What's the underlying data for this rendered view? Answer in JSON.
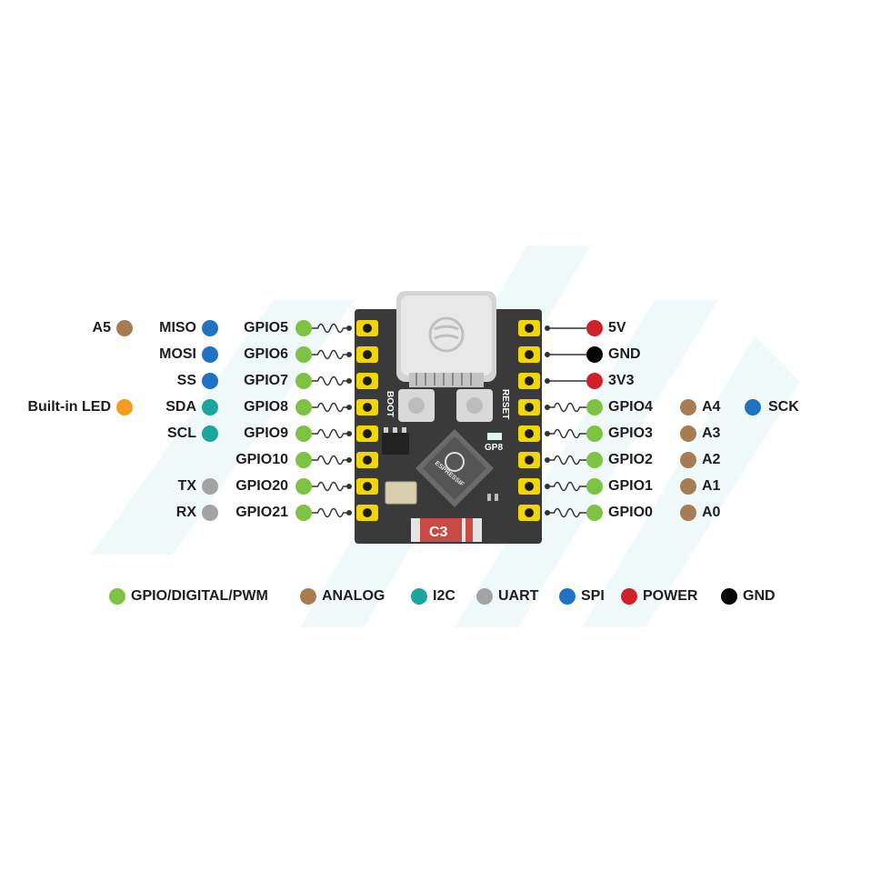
{
  "colors": {
    "gpio": "#7dc242",
    "analog": "#a67c52",
    "i2c": "#1aa69a",
    "uart": "#a3a3a3",
    "spi": "#2073c2",
    "power": "#d0202a",
    "gnd": "#050505",
    "led": "#f39c1f",
    "board": "#3a3a3a",
    "pad": "#f2d600"
  },
  "left_pins": [
    {
      "gpio": "GPIO5",
      "func": "MISO",
      "func_type": "spi",
      "extra": "A5",
      "extra_type": "analog"
    },
    {
      "gpio": "GPIO6",
      "func": "MOSI",
      "func_type": "spi",
      "extra": "",
      "extra_type": ""
    },
    {
      "gpio": "GPIO7",
      "func": "SS",
      "func_type": "spi",
      "extra": "",
      "extra_type": ""
    },
    {
      "gpio": "GPIO8",
      "func": "SDA",
      "func_type": "i2c",
      "extra": "Built-in LED",
      "extra_type": "led"
    },
    {
      "gpio": "GPIO9",
      "func": "SCL",
      "func_type": "i2c",
      "extra": "",
      "extra_type": ""
    },
    {
      "gpio": "GPIO10",
      "func": "",
      "func_type": "",
      "extra": "",
      "extra_type": ""
    },
    {
      "gpio": "GPIO20",
      "func": "TX",
      "func_type": "uart",
      "extra": "",
      "extra_type": ""
    },
    {
      "gpio": "GPIO21",
      "func": "RX",
      "func_type": "uart",
      "extra": "",
      "extra_type": ""
    }
  ],
  "right_pins": [
    {
      "name": "5V",
      "type": "power",
      "analog": "",
      "spi": ""
    },
    {
      "name": "GND",
      "type": "gnd",
      "analog": "",
      "spi": ""
    },
    {
      "name": "3V3",
      "type": "power",
      "analog": "",
      "spi": ""
    },
    {
      "name": "GPIO4",
      "type": "gpio",
      "analog": "A4",
      "spi": "SCK"
    },
    {
      "name": "GPIO3",
      "type": "gpio",
      "analog": "A3",
      "spi": ""
    },
    {
      "name": "GPIO2",
      "type": "gpio",
      "analog": "A2",
      "spi": ""
    },
    {
      "name": "GPIO1",
      "type": "gpio",
      "analog": "A1",
      "spi": ""
    },
    {
      "name": "GPIO0",
      "type": "gpio",
      "analog": "A0",
      "spi": ""
    }
  ],
  "board": {
    "boot_label": "BOOT",
    "reset_label": "RESET",
    "led_label": "GP8",
    "chip_label": "ESPRESSIF",
    "model_label": "C3"
  },
  "legend": [
    {
      "label": "GPIO/DIGITAL/PWM",
      "type": "gpio"
    },
    {
      "label": "ANALOG",
      "type": "analog"
    },
    {
      "label": "I2C",
      "type": "i2c"
    },
    {
      "label": "UART",
      "type": "uart"
    },
    {
      "label": "SPI",
      "type": "spi"
    },
    {
      "label": "POWER",
      "type": "power"
    },
    {
      "label": "GND",
      "type": "gnd"
    }
  ]
}
